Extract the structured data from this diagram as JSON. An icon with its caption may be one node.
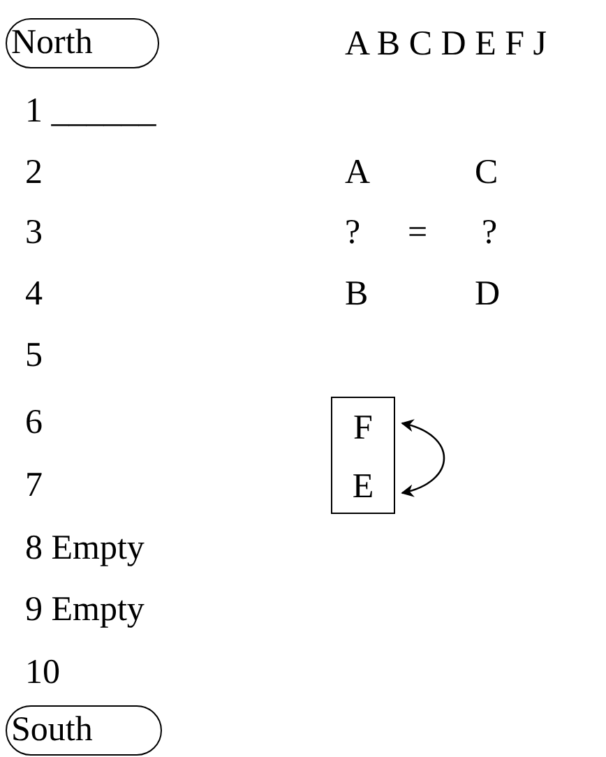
{
  "diagram": {
    "nodes": [
      {
        "text": [
          "North"
        ]
      },
      {
        "text": [],
        "shape": "box"
      },
      {
        "text": [
          "F"
        ],
        "in": 1
      },
      {
        "text": [
          "E"
        ],
        "in": 1
      },
      {
        "text": [
          "South"
        ]
      }
    ],
    "edges": [
      {
        "from": 2,
        "to": 3,
        "arrow": "both"
      }
    ],
    "labels": [
      "A B C D E F J",
      "1 ______",
      "2",
      "A",
      "C",
      "3",
      "?",
      "=",
      "?",
      "4",
      "B",
      "D",
      "5",
      "6",
      "7",
      "8 Empty",
      "9 Empty",
      "10"
    ]
  }
}
